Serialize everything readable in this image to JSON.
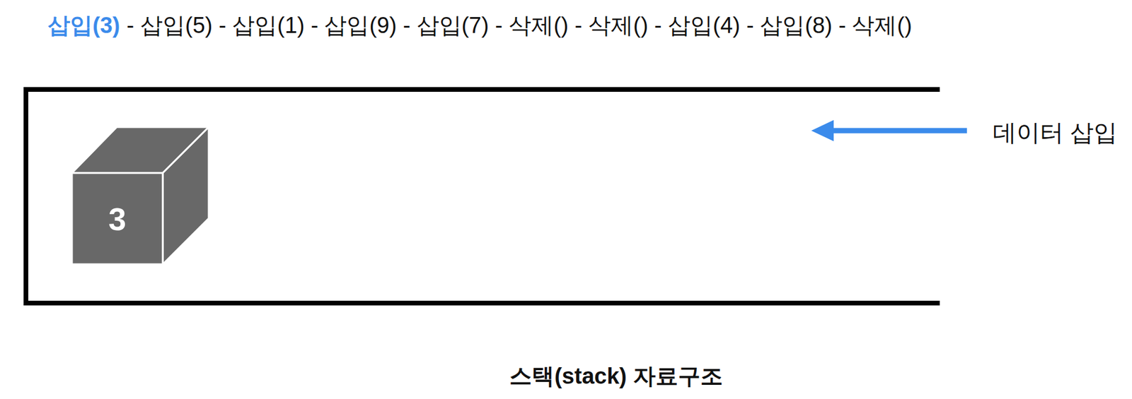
{
  "diagram": {
    "caption": "스택(stack) 자료구조",
    "nodes": [
      {
        "text": [
          "3"
        ]
      }
    ],
    "labels": [
      "삽입(3)",
      "- 삽입(5) - 삽입(1) - 삽입(9) - 삽입(7) - 삭제() - 삭제() - 삽입(4) - 삽입(8) - 삭제()",
      "데이터 삽입"
    ]
  }
}
